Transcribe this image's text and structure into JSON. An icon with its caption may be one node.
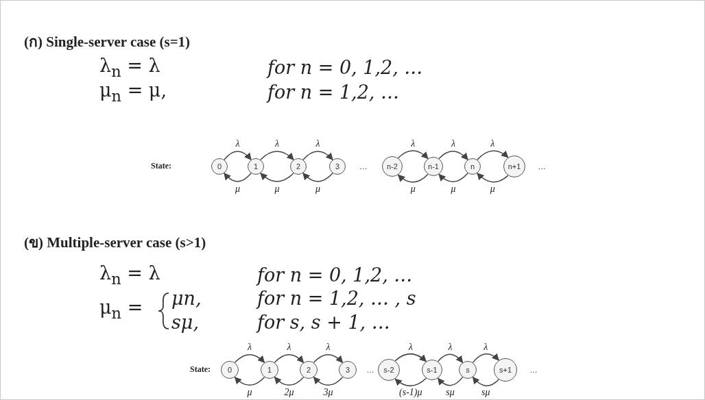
{
  "diagram": {
    "nodes": [
      {
        "text": [
          "0"
        ]
      },
      {
        "text": [
          "1"
        ]
      },
      {
        "text": [
          "2"
        ]
      },
      {
        "text": [
          "3"
        ]
      },
      {
        "text": [
          "n-2"
        ]
      },
      {
        "text": [
          "n-1"
        ]
      },
      {
        "text": [
          "n"
        ]
      },
      {
        "text": [
          "n+1"
        ]
      },
      {
        "text": [
          "0"
        ]
      },
      {
        "text": [
          "1"
        ]
      },
      {
        "text": [
          "2"
        ]
      },
      {
        "text": [
          "3"
        ]
      },
      {
        "text": [
          "s-2"
        ]
      },
      {
        "text": [
          "s-1"
        ]
      },
      {
        "text": [
          "s"
        ]
      },
      {
        "text": [
          "s+1"
        ]
      }
    ],
    "edges": [
      {
        "from": 0,
        "to": 1,
        "arrow": "to",
        "label": "λ"
      },
      {
        "from": 1,
        "to": 2,
        "arrow": "to",
        "label": "λ"
      },
      {
        "from": 2,
        "to": 3,
        "arrow": "to",
        "label": "λ"
      },
      {
        "from": 4,
        "to": 5,
        "arrow": "to",
        "label": "λ"
      },
      {
        "from": 5,
        "to": 6,
        "arrow": "to",
        "label": "λ"
      },
      {
        "from": 6,
        "to": 7,
        "arrow": "to",
        "label": "λ"
      },
      {
        "from": 1,
        "to": 0,
        "arrow": "to",
        "label": "μ"
      },
      {
        "from": 2,
        "to": 1,
        "arrow": "to",
        "label": "μ"
      },
      {
        "from": 3,
        "to": 2,
        "arrow": "to",
        "label": "μ"
      },
      {
        "from": 5,
        "to": 4,
        "arrow": "to",
        "label": "μ"
      },
      {
        "from": 6,
        "to": 5,
        "arrow": "to",
        "label": "μ"
      },
      {
        "from": 7,
        "to": 6,
        "arrow": "to",
        "label": "μ"
      },
      {
        "from": 8,
        "to": 9,
        "arrow": "to",
        "label": "λ"
      },
      {
        "from": 9,
        "to": 10,
        "arrow": "to",
        "label": "λ"
      },
      {
        "from": 10,
        "to": 11,
        "arrow": "to",
        "label": "λ"
      },
      {
        "from": 12,
        "to": 13,
        "arrow": "to",
        "label": "λ"
      },
      {
        "from": 13,
        "to": 14,
        "arrow": "to",
        "label": "λ"
      },
      {
        "from": 14,
        "to": 15,
        "arrow": "to",
        "label": "λ"
      },
      {
        "from": 9,
        "to": 8,
        "arrow": "to",
        "label": "μ"
      },
      {
        "from": 10,
        "to": 9,
        "arrow": "to",
        "label": "2μ"
      },
      {
        "from": 11,
        "to": 10,
        "arrow": "to",
        "label": "3μ"
      },
      {
        "from": 13,
        "to": 12,
        "arrow": "to",
        "label": "(s-1)μ"
      },
      {
        "from": 14,
        "to": 13,
        "arrow": "to",
        "label": "sμ"
      },
      {
        "from": 15,
        "to": 14,
        "arrow": "to",
        "label": "sμ"
      }
    ],
    "labels": [
      "(ก) Single-server case (s=1)",
      "λ$_{n}$ = λ",
      "for n = 0, 1,2, …",
      "μ$_{n}$ =  μ,",
      "for n = 1,2, …",
      "State:",
      "…",
      "…",
      "(ข) Multiple-server case (s>1)",
      "λ$_{n}$ = λ",
      "for n = 0, 1,2, …",
      "μ$_{n}$ =",
      "μn,",
      "for n = 1,2, … , s",
      "sμ,",
      "for s, s + 1, …",
      "State:",
      "…",
      "…"
    ]
  }
}
